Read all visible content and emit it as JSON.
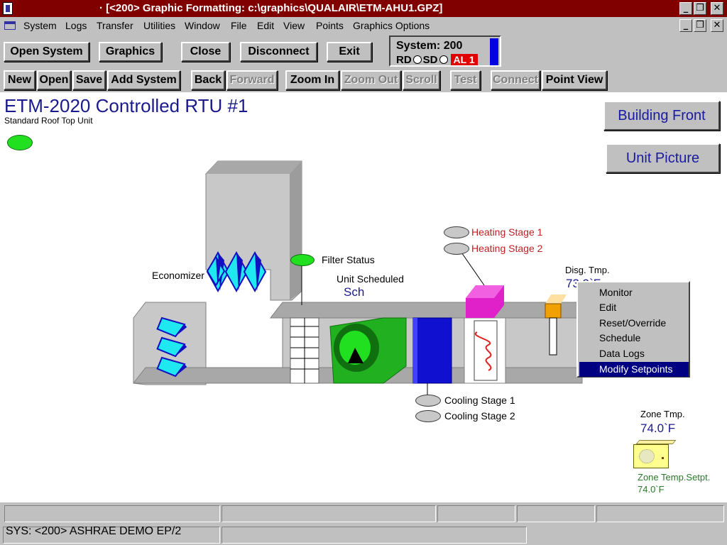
{
  "window": {
    "title": "· [<200> Graphic Formatting: c:\\graphics\\QUALAIR\\ETM-AHU1.GPZ]",
    "minimize": "_",
    "restore": "❒",
    "close": "✕"
  },
  "menu": [
    "System",
    "Logs",
    "Transfer",
    "Utilities",
    "Window",
    "File",
    "Edit",
    "View",
    "Points",
    "Graphics Options"
  ],
  "toolbar1": {
    "open_system": "Open System",
    "graphics": "Graphics",
    "close": "Close",
    "disconnect": "Disconnect",
    "exit": "Exit"
  },
  "system_box": {
    "line1": "System: 200",
    "rd": "RD",
    "sd": "SD",
    "alarm": "AL 1"
  },
  "toolbar2": [
    "New",
    "Open",
    "Save",
    "Add System",
    "Back",
    "Forward",
    "Zoom In",
    "Zoom Out",
    "Scroll",
    "Test",
    "Connect",
    "Point View"
  ],
  "graphic": {
    "title": "ETM-2020 Controlled RTU #1",
    "subtitle": "Standard Roof Top Unit",
    "building_front": "Building Front",
    "unit_picture": "Unit Picture",
    "economizer": "Economizer",
    "filter_status": "Filter Status",
    "unit_scheduled": "Unit Scheduled",
    "unit_scheduled_value": "Sch",
    "heating_stage_1": "Heating Stage 1",
    "heating_stage_2": "Heating Stage 2",
    "cooling_stage_1": "Cooling Stage 1",
    "cooling_stage_2": "Cooling Stage 2",
    "disg_tmp": "Disg. Tmp.",
    "disg_tmp_value": "73.9`F",
    "zone_tmp": "Zone Tmp.",
    "zone_tmp_value": "74.0`F",
    "zone_setpt": "Zone Temp.Setpt.",
    "zone_setpt_value": "74.0`F"
  },
  "context_menu": {
    "items": [
      "Monitor",
      "Edit",
      "Reset/Override",
      "Schedule",
      "Data Logs",
      "Modify Setpoints"
    ],
    "selected": "Modify Setpoints"
  },
  "status": {
    "text": "SYS: <200> ASHRAE DEMO EP/2"
  },
  "colors": {
    "title_bar": "#800000",
    "alarm": "#e00000",
    "heading": "#1a1a8c",
    "heating_label": "#c02020",
    "zone_setpt_label": "#2a7a2a",
    "fan": "#20b020",
    "coil": "#1010d0",
    "heater_box": "#e020c8"
  }
}
